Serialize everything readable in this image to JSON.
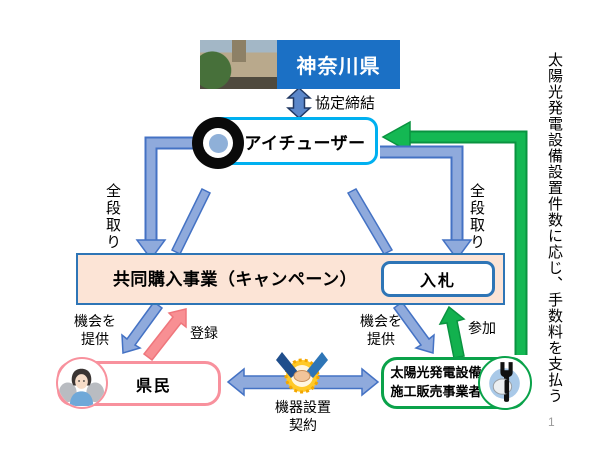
{
  "page_number": "1",
  "nodes": {
    "kanagawa": {
      "label": "神奈川県",
      "icon": "prefecture-building-photo"
    },
    "ichoosr": {
      "label": "アイチューザー",
      "icon": "ichoosr-logo-icon"
    },
    "campaign": {
      "label": "共同購入事業（キャンペーン）"
    },
    "bid": {
      "label": "入札"
    },
    "residents": {
      "label": "県民",
      "icon": "woman-face-icon"
    },
    "installer": {
      "label_line1": "太陽光発電設備",
      "label_line2": "施工販売事業者",
      "icon": "hand-wrench-icon"
    }
  },
  "edges": {
    "agreement": {
      "label": "協定締結"
    },
    "arrange": {
      "label": "全段取り"
    },
    "opportunity": {
      "line1": "機会を",
      "line2": "提供"
    },
    "register": {
      "label": "登録"
    },
    "participate": {
      "label": "参加"
    },
    "contract": {
      "line1": "機器設置",
      "line2": "契約",
      "icon": "handshake-icon"
    },
    "fee_note": {
      "label": "太陽光発電設備設置件数に応じ、手数料を支払う"
    }
  },
  "colors": {
    "kanagawa_box": "#1b70c5",
    "ichoosr_border": "#00b0f0",
    "campaign_fill": "#fce4d6",
    "campaign_border": "#2e75b6",
    "arrow_blue_fill": "#8faadc",
    "arrow_blue_stroke": "#4472c4",
    "agreement_arrow_fill": "#5b87ca",
    "agreement_arrow_stroke": "#203864",
    "pink": "#f8919d",
    "pink_arrow_fill": "#f88f93",
    "green": "#12b14e",
    "green_dark": "#0a9340"
  }
}
